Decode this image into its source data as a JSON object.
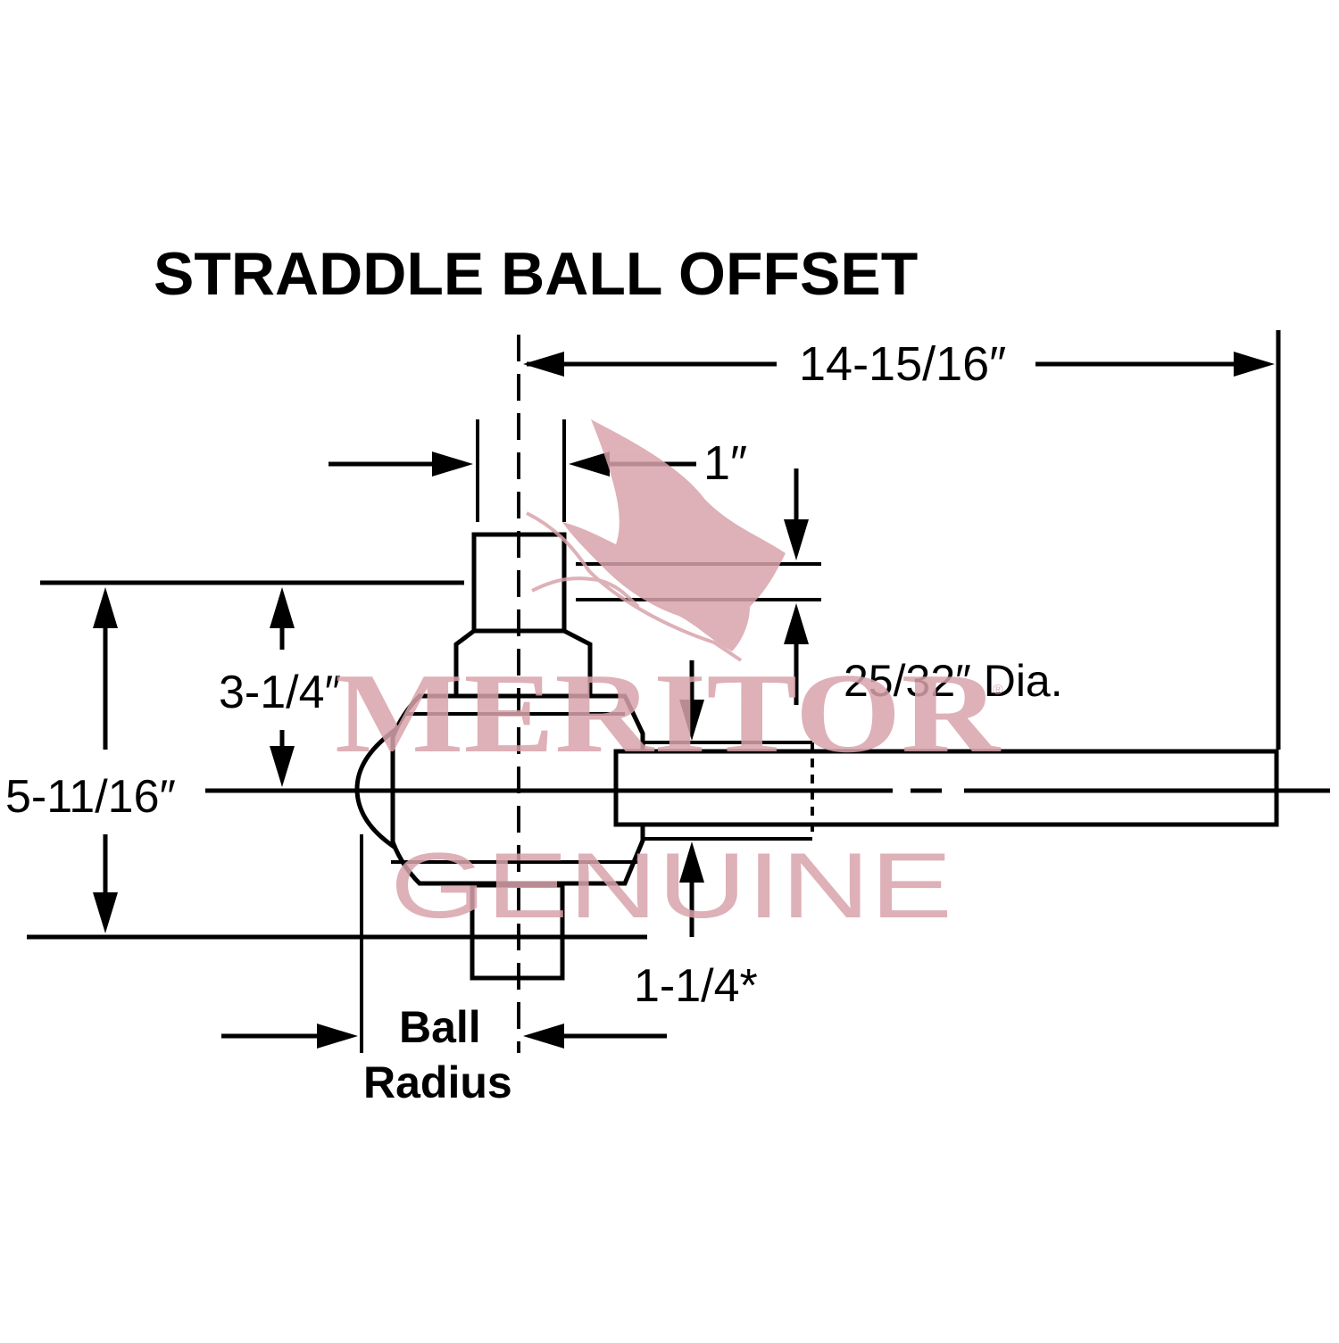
{
  "title": "STRADDLE BALL OFFSET",
  "dimensions": {
    "overall_length": "14-15/16″",
    "shank_width": "1″",
    "height_to_center": "3-1/4″",
    "overall_height": "5-11/16″",
    "shaft_diameter": "25/32″ Dia.",
    "bottom_offset": "1-1/4*",
    "ball_radius_line1": "Ball",
    "ball_radius_line2": "Radius"
  },
  "watermark": {
    "brand": "MERITOR",
    "sub": "GENUINE",
    "registered": "®",
    "color": "#d9a3ab"
  }
}
